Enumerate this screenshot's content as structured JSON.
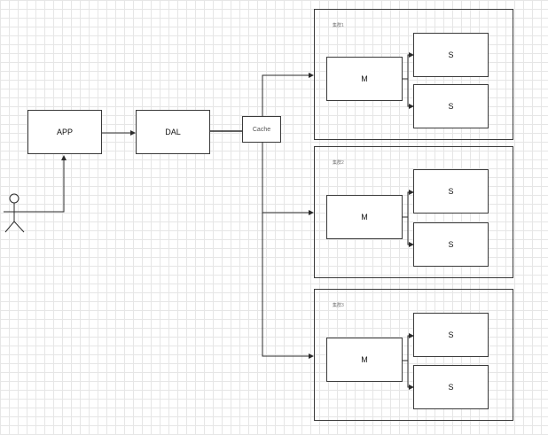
{
  "nodes": {
    "app": "APP",
    "dal": "DAL",
    "cache": "Cache"
  },
  "clusters": [
    {
      "label": "集群1",
      "master": "M",
      "slaves": [
        "S",
        "S"
      ]
    },
    {
      "label": "集群2",
      "master": "M",
      "slaves": [
        "S",
        "S"
      ]
    },
    {
      "label": "集群3",
      "master": "M",
      "slaves": [
        "S",
        "S"
      ]
    }
  ],
  "colors": {
    "line": "#2b2b2b",
    "grid": "#e6e6e6"
  }
}
